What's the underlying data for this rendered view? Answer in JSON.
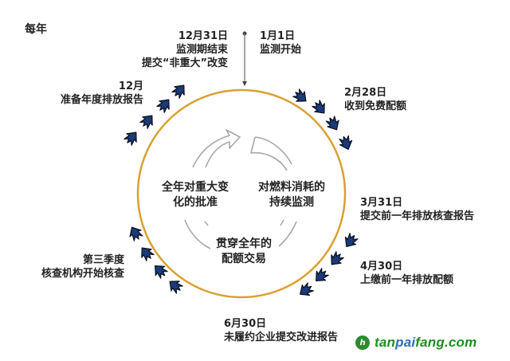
{
  "title": "每年",
  "colors": {
    "ring": "#D9A030",
    "arrow_fill": "#1B3A7A",
    "arrow_stroke": "#0A0F1F",
    "inner_arrows": "#A8A8A8",
    "timeline_line": "#666666",
    "watermark_green": "#1F8F1F",
    "watermark_blue": "#2A6FBF"
  },
  "timeline_markers": {
    "start": {
      "date": "1月1日",
      "description": "监测开始"
    },
    "end": {
      "date": "12月31日",
      "line1": "监测期结束",
      "line2": "提交“非重大”改变"
    }
  },
  "events": [
    {
      "date": "2月28日",
      "description": "收到免费配额"
    },
    {
      "date": "3月31日",
      "description": "提交前一年排放核查报告"
    },
    {
      "date": "4月30日",
      "description": "上缴前一年排放配额"
    },
    {
      "date": "6月30日",
      "description": "未履约企业提交改进报告"
    },
    {
      "date": "第三季度",
      "description": "核查机构开始核查"
    },
    {
      "date": "12月",
      "description": "准备年度排放报告"
    }
  ],
  "cycle_activities": [
    {
      "line1": "全年对重大变",
      "line2": "化的批准"
    },
    {
      "line1": "对燃料消耗的",
      "line2": "持续监测"
    },
    {
      "line1": "贯穿全年的",
      "line2": "配额交易"
    }
  ],
  "watermark": {
    "logo": "h",
    "text_part1": "tan",
    "text_part2": "pai",
    "text_part3": "fang.com"
  }
}
